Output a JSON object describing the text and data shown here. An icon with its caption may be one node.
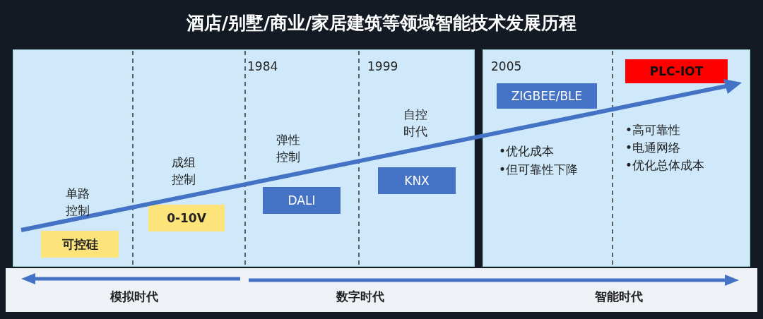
{
  "diagram": {
    "title": "酒店/别墅/商业/家居建筑等领域智能技术发展历程",
    "nodes": [
      {
        "text": [],
        "shape": "box"
      },
      {
        "text": [],
        "shape": "box"
      },
      {
        "text": [
          "可控硅"
        ],
        "in": 0
      },
      {
        "text": [
          "0-10V"
        ],
        "in": 0
      },
      {
        "text": [
          "DALI"
        ],
        "in": 0
      },
      {
        "text": [
          "KNX"
        ],
        "in": 0
      },
      {
        "text": [
          "ZIGBEE/BLE"
        ],
        "in": 1
      },
      {
        "text": [
          "PLC-IOT"
        ],
        "in": 1
      }
    ],
    "labels": [
      "1984",
      "1999",
      "2005",
      "自控时代",
      "弹性控制",
      "成组控制",
      "单路控制",
      "•优化成本",
      "•但可靠性下降",
      "•高可靠性",
      "•电通网络",
      "•优化总体成本",
      "模拟时代",
      "数字时代",
      "智能时代"
    ]
  }
}
